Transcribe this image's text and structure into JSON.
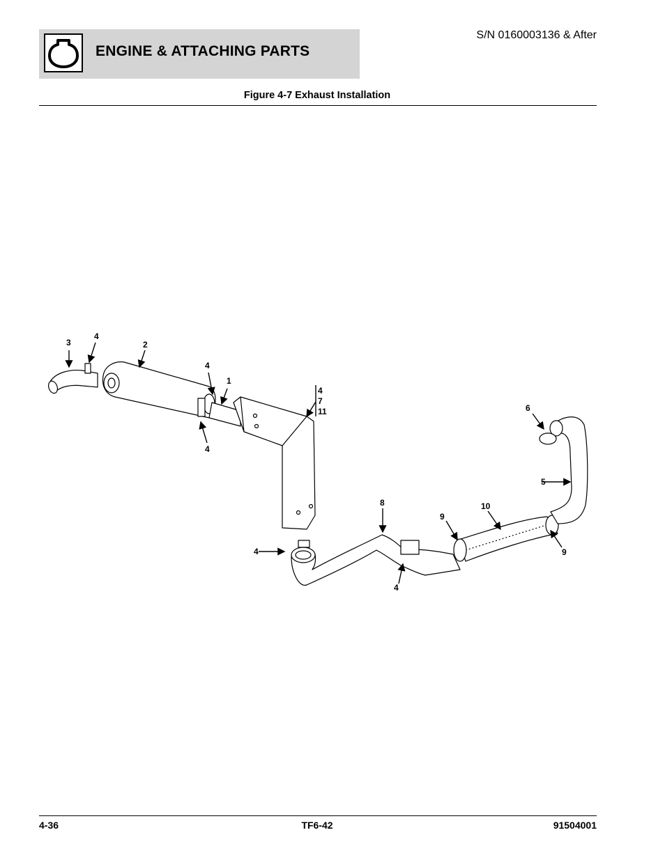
{
  "header": {
    "section_title": "ENGINE & ATTACHING PARTS",
    "serial": "S/N 0160003136 & After",
    "icon": "engine-icon"
  },
  "figure": {
    "caption": "Figure 4-7 Exhaust Installation",
    "callouts": {
      "c3": "3",
      "c4a": "4",
      "c2": "2",
      "c4b": "4",
      "c1": "1",
      "c4c": "4",
      "c7": "7",
      "c11": "11",
      "c4d": "4",
      "c6": "6",
      "c5": "5",
      "c8": "8",
      "c10": "10",
      "c9a": "9",
      "c4e": "4",
      "c9b": "9",
      "c4f": "4"
    }
  },
  "footer": {
    "page": "4-36",
    "model": "TF6-42",
    "doc_number": "91504001"
  }
}
